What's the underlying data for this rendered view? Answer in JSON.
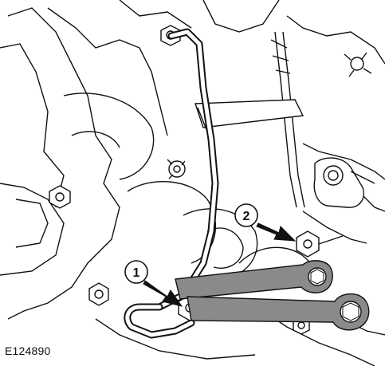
{
  "figure": {
    "reference_code": "E124890",
    "callouts": [
      {
        "label": "1"
      },
      {
        "label": "2"
      }
    ]
  },
  "colors": {
    "line": "#111111",
    "background": "#ffffff",
    "tool_fill": "#8a8a8a",
    "tool_dark": "#5a5a5a",
    "highlight": "#ffffff"
  }
}
